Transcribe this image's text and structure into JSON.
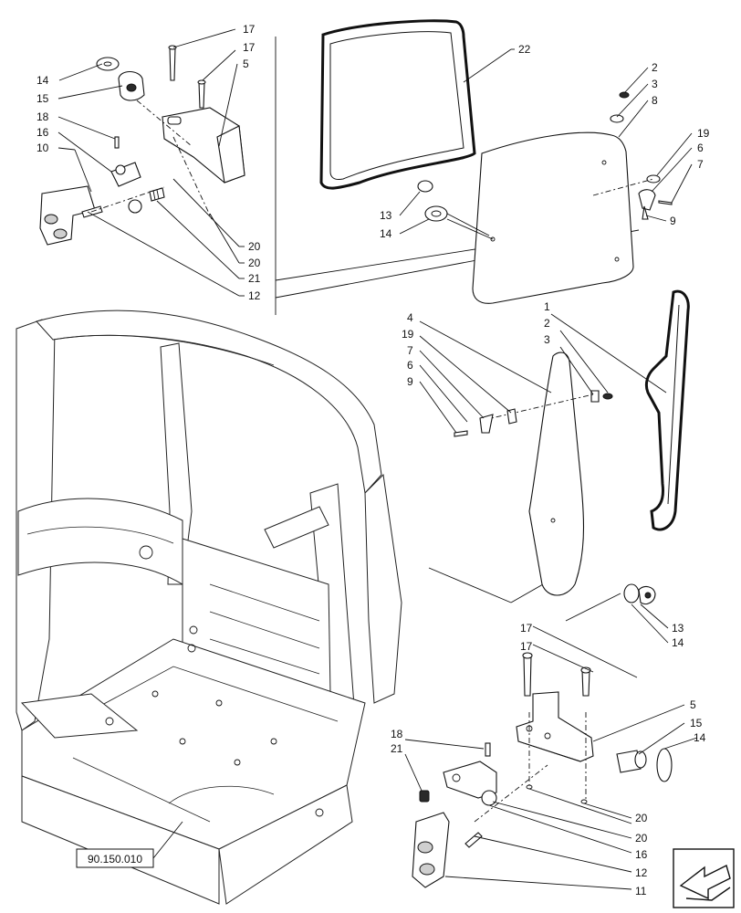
{
  "callouts": {
    "tl": [
      "17",
      "17",
      "5",
      "14",
      "15",
      "18",
      "16",
      "10",
      "20",
      "20",
      "21",
      "12"
    ],
    "tr": [
      "22",
      "13",
      "14",
      "2",
      "3",
      "8",
      "19",
      "6",
      "7",
      "9"
    ],
    "mr": [
      "1",
      "2",
      "3",
      "4",
      "19",
      "7",
      "6",
      "9",
      "13",
      "14"
    ],
    "br": [
      "17",
      "17",
      "5",
      "15",
      "14",
      "18",
      "21",
      "20",
      "20",
      "16",
      "12",
      "11"
    ]
  },
  "reference_box": "90.150.010",
  "icons": {
    "nav": "arrow-icon"
  }
}
